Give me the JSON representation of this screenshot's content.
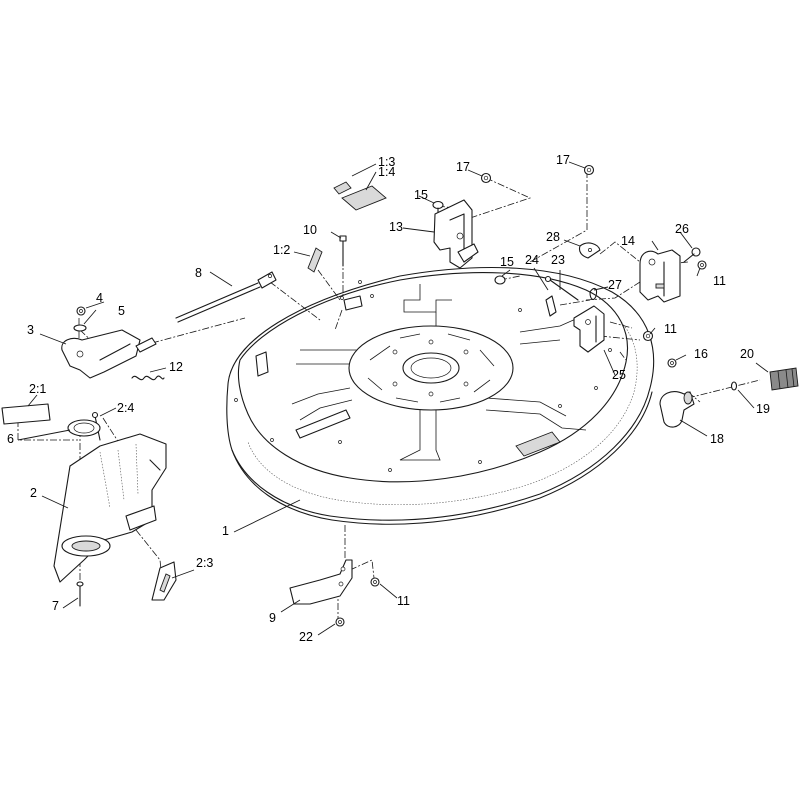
{
  "callouts": [
    {
      "id": "c-1-3",
      "text": "1:3"
    },
    {
      "id": "c-1-4",
      "text": "1:4"
    },
    {
      "id": "c-17a",
      "text": "17"
    },
    {
      "id": "c-17b",
      "text": "17"
    },
    {
      "id": "c-15a",
      "text": "15"
    },
    {
      "id": "c-13",
      "text": "13"
    },
    {
      "id": "c-10",
      "text": "10"
    },
    {
      "id": "c-1-2",
      "text": "1:2"
    },
    {
      "id": "c-8",
      "text": "8"
    },
    {
      "id": "c-28",
      "text": "28"
    },
    {
      "id": "c-14",
      "text": "14"
    },
    {
      "id": "c-26",
      "text": "26"
    },
    {
      "id": "c-24",
      "text": "24"
    },
    {
      "id": "c-23",
      "text": "23"
    },
    {
      "id": "c-15b",
      "text": "15"
    },
    {
      "id": "c-11a",
      "text": "11"
    },
    {
      "id": "c-27",
      "text": "27"
    },
    {
      "id": "c-4",
      "text": "4"
    },
    {
      "id": "c-5",
      "text": "5"
    },
    {
      "id": "c-3",
      "text": "3"
    },
    {
      "id": "c-12",
      "text": "12"
    },
    {
      "id": "c-11b",
      "text": "11"
    },
    {
      "id": "c-20",
      "text": "20"
    },
    {
      "id": "c-16",
      "text": "16"
    },
    {
      "id": "c-25",
      "text": "25"
    },
    {
      "id": "c-19",
      "text": "19"
    },
    {
      "id": "c-2-1",
      "text": "2:1"
    },
    {
      "id": "c-2-4",
      "text": "2:4"
    },
    {
      "id": "c-6",
      "text": "6"
    },
    {
      "id": "c-18",
      "text": "18"
    },
    {
      "id": "c-2",
      "text": "2"
    },
    {
      "id": "c-1",
      "text": "1"
    },
    {
      "id": "c-2-3",
      "text": "2:3"
    },
    {
      "id": "c-9",
      "text": "9"
    },
    {
      "id": "c-11c",
      "text": "11"
    },
    {
      "id": "c-7",
      "text": "7"
    },
    {
      "id": "c-22",
      "text": "22"
    }
  ]
}
